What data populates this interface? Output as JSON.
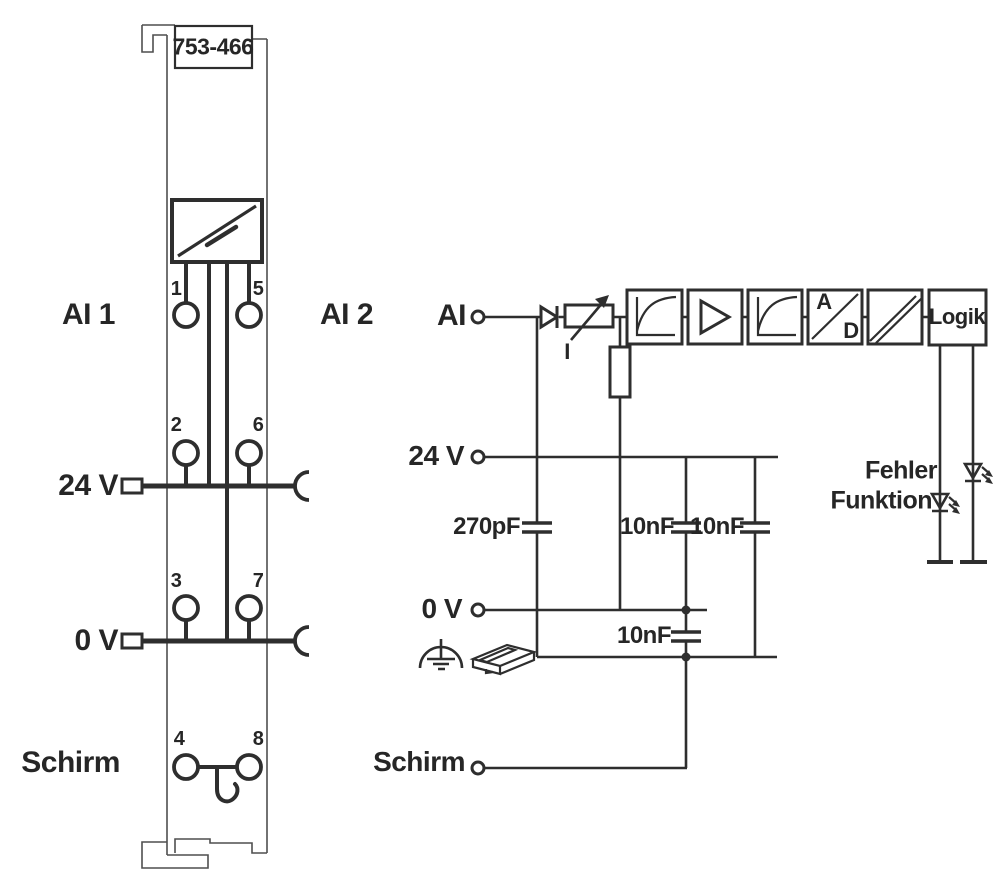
{
  "colors": {
    "line": "#2e2e2e",
    "module_outline": "#4f4f4f",
    "text": "#262626",
    "background": "#ffffff"
  },
  "module": {
    "part_number": "753-466",
    "channel_left": "AI 1",
    "channel_right": "AI 2",
    "terminals": {
      "t1": "1",
      "t2": "2",
      "t3": "3",
      "t4": "4",
      "t5": "5",
      "t6": "6",
      "t7": "7",
      "t8": "8"
    },
    "labels": {
      "v24": "24 V",
      "v0": "0 V",
      "schirm": "Schirm"
    }
  },
  "circuit": {
    "input": "AI",
    "v24": "24 V",
    "v0": "0 V",
    "schirm": "Schirm",
    "current": "I",
    "cap_270pf": "270pF",
    "cap_10nf_1": "10nF",
    "cap_10nf_2": "10nF",
    "cap_10nf_3": "10nF",
    "ad_a": "A",
    "ad_d": "D",
    "logic": "Logik",
    "led_fehler": "Fehler",
    "led_funktion": "Funktion"
  },
  "icons": {
    "isolation_amplifier": "isolation-amplifier-icon",
    "diode": "diode-icon",
    "variable_resistor": "variable-resistor-icon",
    "resistor": "resistor-icon",
    "filter": "filter-curve-icon",
    "amplifier": "amplifier-icon",
    "ad_converter": "ad-converter-icon",
    "galvanic_isolation": "galvanic-isolation-icon",
    "led": "led-icon",
    "functional_earth": "functional-earth-icon",
    "din_rail": "din-rail-icon",
    "cage_clamp": "clamp-terminal-icon"
  }
}
